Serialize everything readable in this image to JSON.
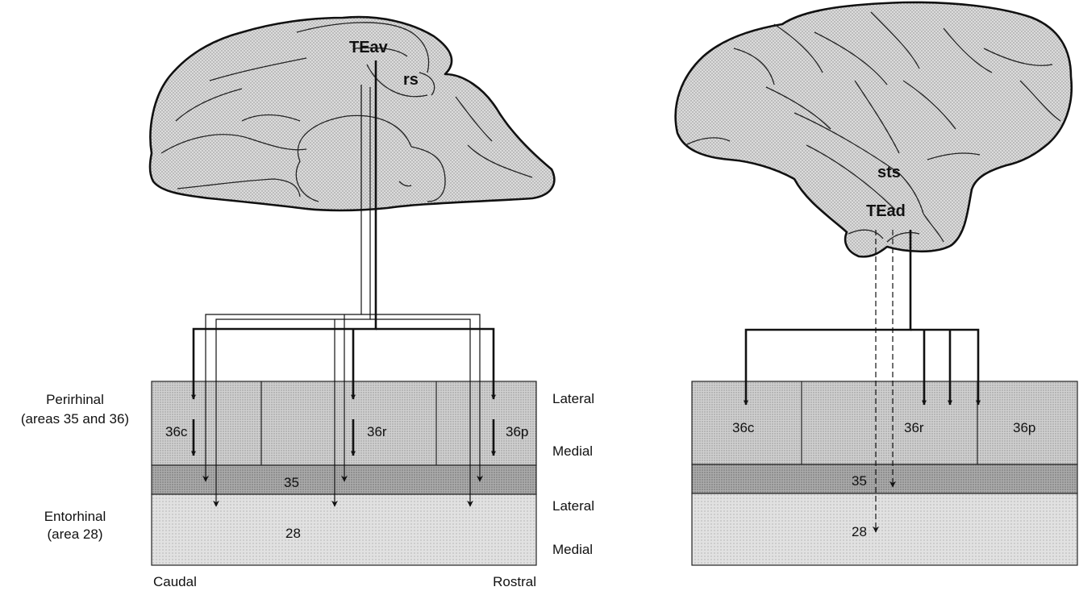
{
  "left_panel": {
    "brain_labels": {
      "area": "TEav",
      "sulcus": "rs"
    },
    "region_labels": {
      "perirhinal_line1": "Perirhinal",
      "perirhinal_line2": "(areas 35 and 36)",
      "entorhinal_line1": "Entorhinal",
      "entorhinal_line2": "(area 28)"
    },
    "area_labels": {
      "c36": "36c",
      "r36": "36r",
      "p36": "36p",
      "a35": "35",
      "a28": "28"
    },
    "side_labels": {
      "lateral_upper": "Lateral",
      "medial_upper": "Medial",
      "lateral_lower": "Lateral",
      "medial_lower": "Medial"
    },
    "axis_labels": {
      "caudal": "Caudal",
      "rostral": "Rostral"
    }
  },
  "right_panel": {
    "brain_labels": {
      "sulcus": "sts",
      "area": "TEad"
    },
    "area_labels": {
      "c36": "36c",
      "r36": "36r",
      "p36": "36p",
      "a35": "35",
      "a28": "28"
    }
  },
  "colors": {
    "perirhinal_fill": "#cbcbcb",
    "area35_fill": "#a9a9a9",
    "area28_fill": "#d8d8d8",
    "line": "#111111"
  }
}
